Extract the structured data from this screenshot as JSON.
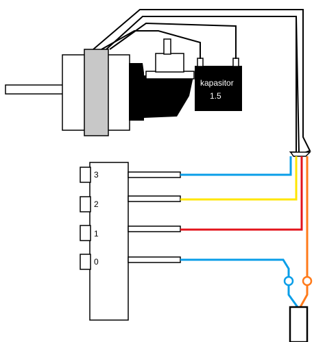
{
  "capacitor": {
    "name": "kapasitor",
    "value": "1.5"
  },
  "switch": {
    "positions": [
      {
        "label": "3",
        "wire_color": "#0a9ee8"
      },
      {
        "label": "2",
        "wire_color": "#ffe600"
      },
      {
        "label": "1",
        "wire_color": "#e3131b"
      },
      {
        "label": "0",
        "wire_color": "#0a9ee8"
      }
    ]
  },
  "colors": {
    "outline": "#000000",
    "motor_band": "#c8c8c8",
    "blue_wire": "#0a9ee8",
    "yellow_wire": "#ffe600",
    "red_wire": "#e3131b",
    "orange_wire": "#ff7a1a",
    "background": "#ffffff"
  }
}
